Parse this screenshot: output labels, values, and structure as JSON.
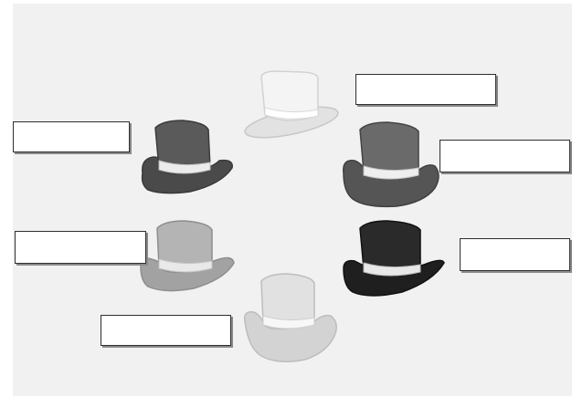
{
  "figure": {
    "background": "#f1f1f1",
    "hats": [
      {
        "id": "white",
        "color": "#f4f4f4",
        "rim": "#e2e2e2",
        "band": "#ffffff",
        "label": ""
      },
      {
        "id": "red",
        "color": "#5a5a5a",
        "rim": "#4a4a4a",
        "band": "#ececec",
        "label": ""
      },
      {
        "id": "black",
        "color": "#2a2a2a",
        "rim": "#1f1f1f",
        "band": "#e8e8e8",
        "label": ""
      },
      {
        "id": "yellow",
        "color": "#e1e1e1",
        "rim": "#d3d3d3",
        "band": "#f7f7f7",
        "label": ""
      },
      {
        "id": "green",
        "color": "#b4b4b4",
        "rim": "#a2a2a2",
        "band": "#e9e9e9",
        "label": ""
      },
      {
        "id": "blue",
        "color": "#6a6a6a",
        "rim": "#555555",
        "band": "#efefef",
        "label": ""
      }
    ]
  }
}
